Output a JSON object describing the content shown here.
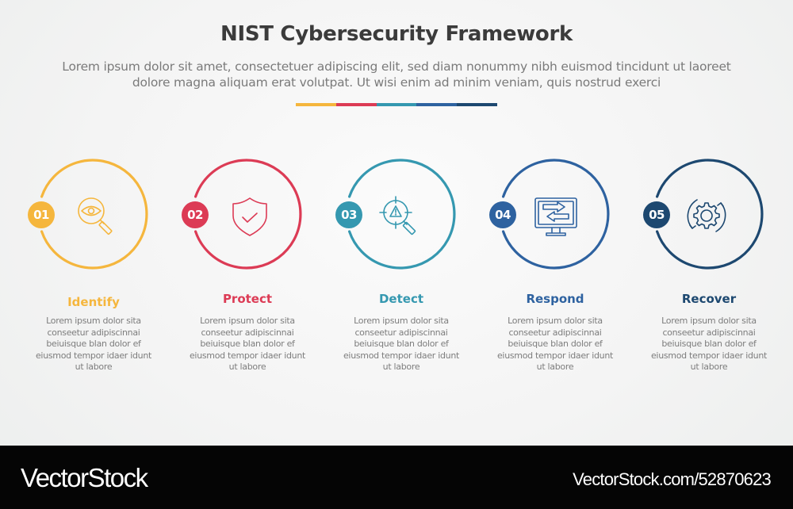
{
  "header": {
    "title": "NIST Cybersecurity Framework",
    "subtitle": "Lorem ipsum dolor sit amet, consectetuer adipiscing elit, sed diam nonummy nibh euismod tincidunt ut laoreet dolore magna aliquam erat volutpat. Ut wisi enim ad minim veniam, quis nostrud exerci",
    "color_bar": [
      "#f5b63d",
      "#dc3b55",
      "#3598b0",
      "#2e62a0",
      "#1d4870"
    ]
  },
  "steps": [
    {
      "number": "01",
      "title": "Identify",
      "icon": "magnifier-eye-icon",
      "color": "#f5b63d",
      "description": "Lorem ipsum dolor sita conseetur adipiscinnai beiuisque blan dolor ef eiusmod tempor idaer idunt ut labore"
    },
    {
      "number": "02",
      "title": "Protect",
      "icon": "shield-check-icon",
      "color": "#dc3b55",
      "description": "Lorem ipsum dolor sita conseetur adipiscinnai beiuisque blan dolor ef eiusmod tempor idaer idunt ut labore"
    },
    {
      "number": "03",
      "title": "Detect",
      "icon": "target-warning-magnifier-icon",
      "color": "#3598b0",
      "description": "Lorem ipsum dolor sita conseetur adipiscinnai beiuisque blan dolor ef eiusmod tempor idaer idunt ut labore"
    },
    {
      "number": "04",
      "title": "Respond",
      "icon": "monitor-exchange-arrows-icon",
      "color": "#2e62a0",
      "description": "Lorem ipsum dolor sita conseetur adipiscinnai beiuisque blan dolor ef eiusmod tempor idaer idunt ut labore"
    },
    {
      "number": "05",
      "title": "Recover",
      "icon": "gear-cycle-icon",
      "color": "#1d4870",
      "description": "Lorem ipsum dolor sita conseetur adipiscinnai beiuisque blan dolor ef eiusmod tempor idaer idunt ut labore"
    }
  ],
  "footer": {
    "brand": "VectorStock",
    "reference": "VectorStock.com/52870623"
  }
}
